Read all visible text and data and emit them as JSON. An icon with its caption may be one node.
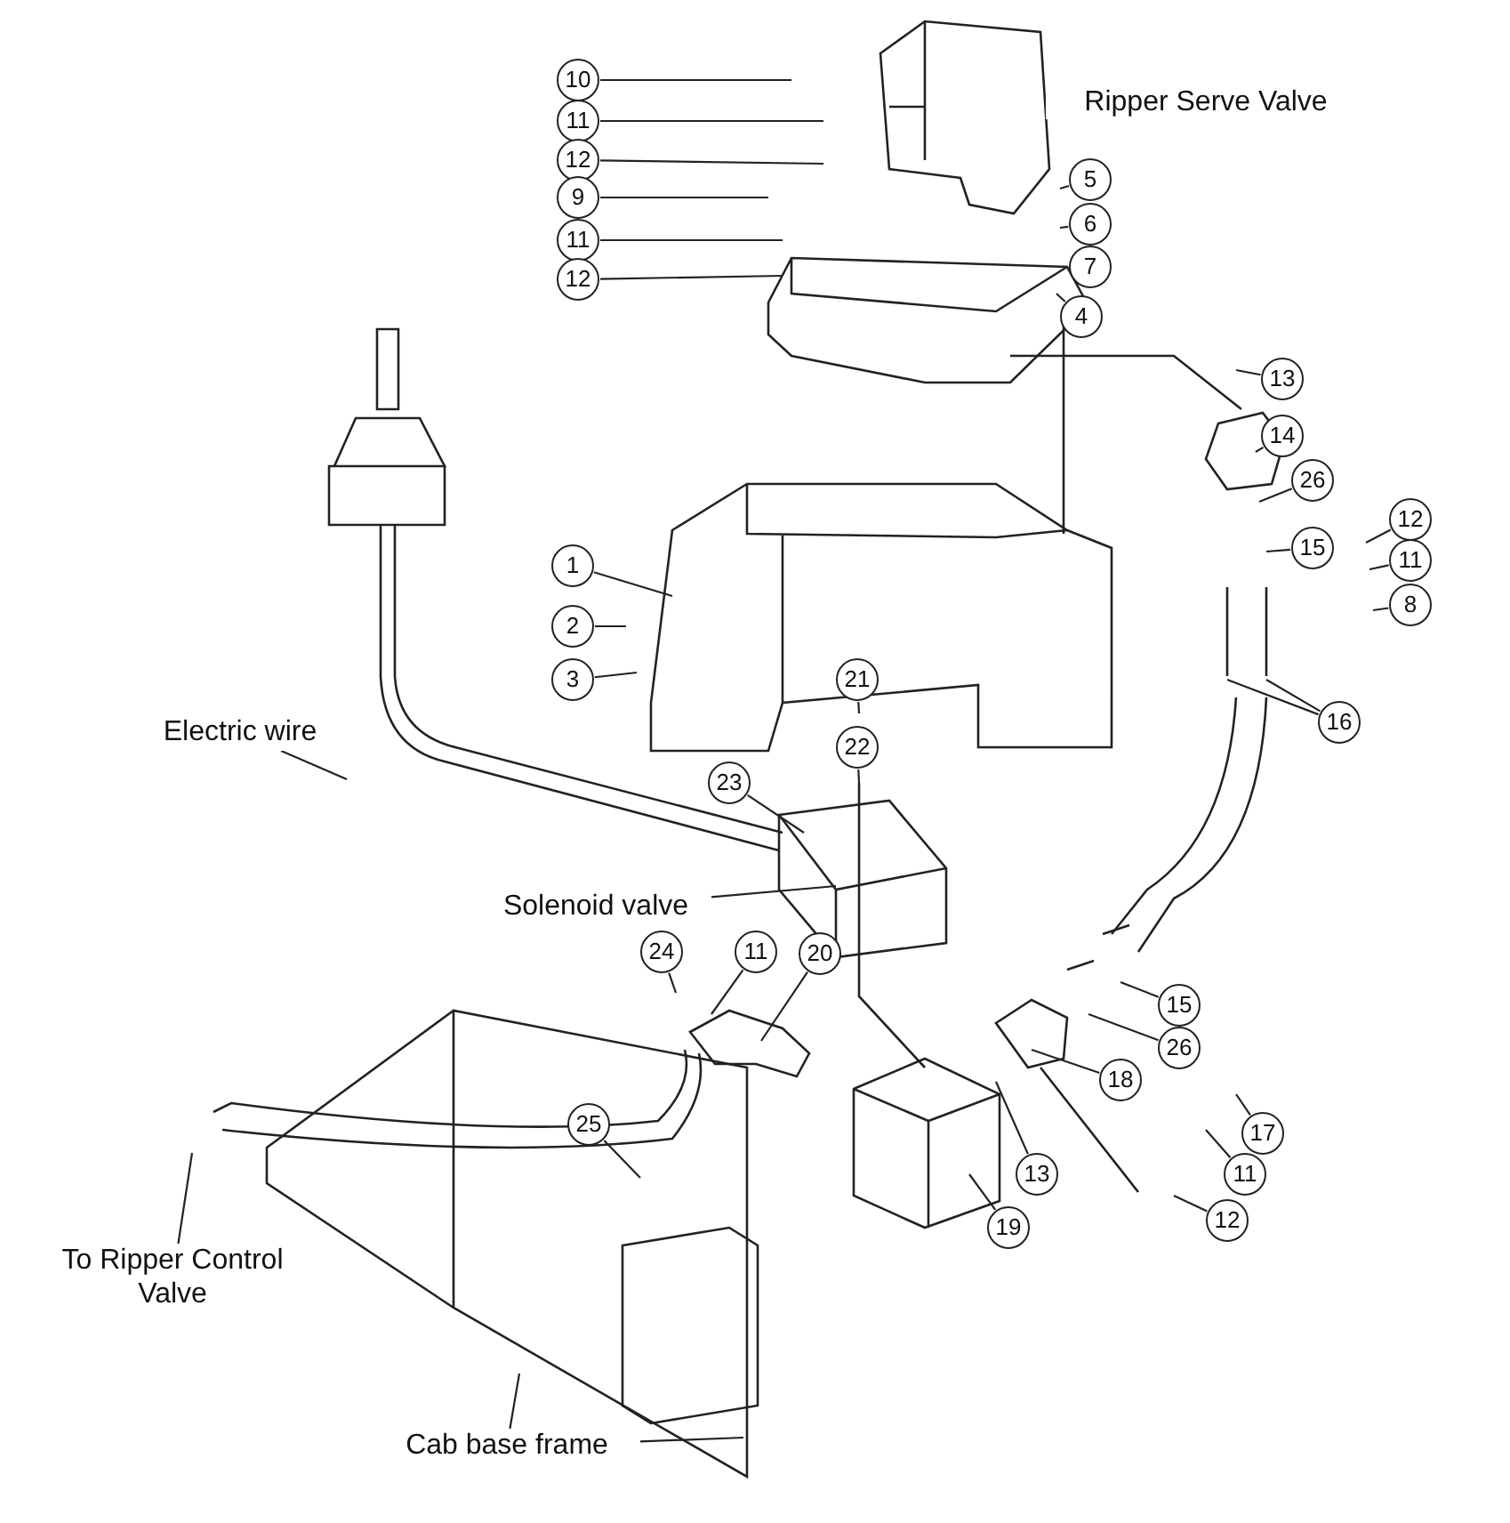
{
  "diagram": {
    "nodes": [
      {
        "text": [
          "10"
        ]
      },
      {
        "text": [
          "11"
        ]
      },
      {
        "text": [
          "12"
        ]
      },
      {
        "text": [
          "9"
        ]
      },
      {
        "text": [
          "11"
        ]
      },
      {
        "text": [
          "12"
        ]
      },
      {
        "text": [
          "5"
        ]
      },
      {
        "text": [
          "6"
        ]
      },
      {
        "text": [
          "7"
        ]
      },
      {
        "text": [
          "4"
        ]
      },
      {
        "text": [
          "13"
        ]
      },
      {
        "text": [
          "14"
        ]
      },
      {
        "text": [
          "26"
        ]
      },
      {
        "text": [
          "12"
        ]
      },
      {
        "text": [
          "11"
        ]
      },
      {
        "text": [
          "8"
        ]
      },
      {
        "text": [
          "15"
        ]
      },
      {
        "text": [
          "16"
        ]
      },
      {
        "text": [
          "1"
        ]
      },
      {
        "text": [
          "2"
        ]
      },
      {
        "text": [
          "3"
        ]
      },
      {
        "text": [
          "21"
        ]
      },
      {
        "text": [
          "22"
        ]
      },
      {
        "text": [
          "23"
        ]
      },
      {
        "text": [
          "Electric wire"
        ]
      },
      {
        "text": [
          "Solenoid valve"
        ]
      },
      {
        "text": [
          "24"
        ]
      },
      {
        "text": [
          "11"
        ]
      },
      {
        "text": [
          "20"
        ]
      },
      {
        "text": [
          "15"
        ]
      },
      {
        "text": [
          "26"
        ]
      },
      {
        "text": [
          "18"
        ]
      },
      {
        "text": [
          "17"
        ]
      },
      {
        "text": [
          "11"
        ]
      },
      {
        "text": [
          "12"
        ]
      },
      {
        "text": [
          "13"
        ]
      },
      {
        "text": [
          "19"
        ]
      },
      {
        "text": [
          "25"
        ]
      },
      {
        "text": [
          "To Ripper Control Valve"
        ]
      },
      {
        "text": [
          "Cab base frame"
        ]
      }
    ],
    "edges": [
      {
        "from": 0,
        "to": null,
        "arrow": "none"
      },
      {
        "from": 1,
        "to": null,
        "arrow": "none"
      },
      {
        "from": 2,
        "to": null,
        "arrow": "none"
      },
      {
        "from": 3,
        "to": null,
        "arrow": "none"
      },
      {
        "from": 4,
        "to": null,
        "arrow": "none"
      },
      {
        "from": 5,
        "to": null,
        "arrow": "none"
      },
      {
        "from": 6,
        "to": null,
        "arrow": "none"
      },
      {
        "from": 7,
        "to": null,
        "arrow": "none"
      },
      {
        "from": 8,
        "to": null,
        "arrow": "none"
      },
      {
        "from": 9,
        "to": null,
        "arrow": "none"
      },
      {
        "from": 10,
        "to": null,
        "arrow": "none"
      },
      {
        "from": 11,
        "to": null,
        "arrow": "none"
      },
      {
        "from": 12,
        "to": null,
        "arrow": "none"
      },
      {
        "from": 13,
        "to": null,
        "arrow": "none"
      },
      {
        "from": 14,
        "to": null,
        "arrow": "none"
      },
      {
        "from": 15,
        "to": null,
        "arrow": "none"
      },
      {
        "from": 16,
        "to": null,
        "arrow": "none"
      },
      {
        "from": 17,
        "to": null,
        "arrow": "none"
      },
      {
        "from": 17,
        "to": null,
        "arrow": "none"
      },
      {
        "from": 18,
        "to": null,
        "arrow": "none"
      },
      {
        "from": 19,
        "to": null,
        "arrow": "none"
      },
      {
        "from": 20,
        "to": null,
        "arrow": "none"
      },
      {
        "from": 21,
        "to": null,
        "arrow": "none"
      },
      {
        "from": 22,
        "to": null,
        "arrow": "none"
      },
      {
        "from": 23,
        "to": null,
        "arrow": "none"
      },
      {
        "from": 24,
        "to": null,
        "arrow": "none"
      },
      {
        "from": 25,
        "to": null,
        "arrow": "none"
      },
      {
        "from": 26,
        "to": null,
        "arrow": "none"
      },
      {
        "from": 27,
        "to": null,
        "arrow": "none"
      },
      {
        "from": 28,
        "to": null,
        "arrow": "none"
      },
      {
        "from": 29,
        "to": null,
        "arrow": "none"
      },
      {
        "from": 30,
        "to": null,
        "arrow": "none"
      },
      {
        "from": 31,
        "to": null,
        "arrow": "none"
      },
      {
        "from": 32,
        "to": null,
        "arrow": "none"
      },
      {
        "from": 33,
        "to": null,
        "arrow": "none"
      },
      {
        "from": 34,
        "to": null,
        "arrow": "none"
      },
      {
        "from": 35,
        "to": null,
        "arrow": "none"
      },
      {
        "from": 36,
        "to": null,
        "arrow": "none"
      },
      {
        "from": 37,
        "to": null,
        "arrow": "none"
      },
      {
        "from": 38,
        "to": null,
        "arrow": "none"
      },
      {
        "from": 39,
        "to": null,
        "arrow": "none"
      },
      {
        "from": 39,
        "to": null,
        "arrow": "none"
      }
    ],
    "labels": [
      "Ripper Serve Valve"
    ]
  }
}
